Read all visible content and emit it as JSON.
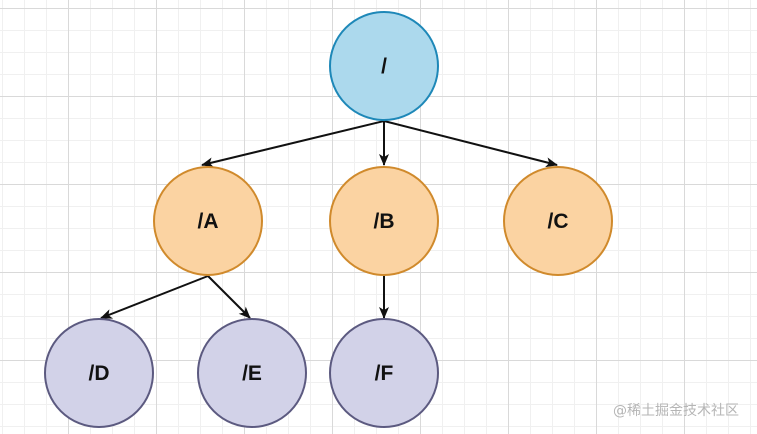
{
  "diagram": {
    "type": "tree",
    "nodes": [
      {
        "id": "root",
        "label": "/",
        "level": "root"
      },
      {
        "id": "A",
        "label": "/A",
        "level": "child"
      },
      {
        "id": "B",
        "label": "/B",
        "level": "child"
      },
      {
        "id": "C",
        "label": "/C",
        "level": "child"
      },
      {
        "id": "D",
        "label": "/D",
        "level": "grandchild"
      },
      {
        "id": "E",
        "label": "/E",
        "level": "grandchild"
      },
      {
        "id": "F",
        "label": "/F",
        "level": "grandchild"
      }
    ],
    "edges": [
      {
        "from": "root",
        "to": "A"
      },
      {
        "from": "root",
        "to": "B"
      },
      {
        "from": "root",
        "to": "C"
      },
      {
        "from": "A",
        "to": "D"
      },
      {
        "from": "A",
        "to": "E"
      },
      {
        "from": "B",
        "to": "F"
      }
    ],
    "colors": {
      "root": {
        "fill": "#acd9ed",
        "stroke": "#1e88b8"
      },
      "child": {
        "fill": "#fbd3a2",
        "stroke": "#d08a2c"
      },
      "grandchild": {
        "fill": "#d2d2e8",
        "stroke": "#5c5a80"
      },
      "edge": "#111111",
      "grid": "#d9d9d9"
    }
  },
  "watermark": "@稀土掘金技术社区"
}
